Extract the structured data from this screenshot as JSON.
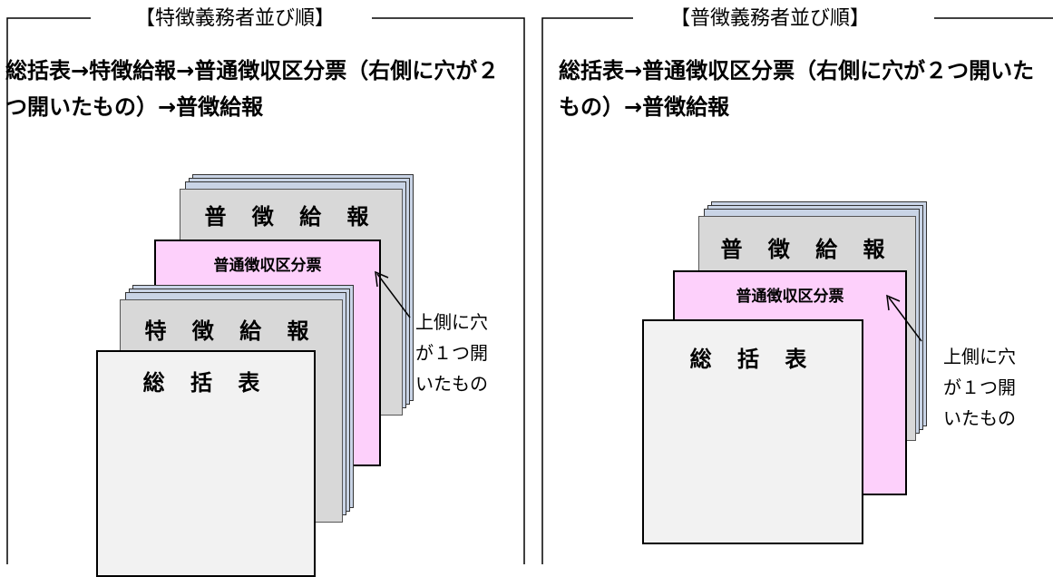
{
  "panels": [
    {
      "title": "【特徴義務者並び順】",
      "description": "総括表→特徴給報→普通徴収区分票（右側に穴が２つ開いたもの）→普徴給報",
      "sheets": {
        "futoku_kyuho": "普 徴 給 報",
        "kubunhyo": "普通徴収区分票",
        "tokucho_kyuho": "特 徴 給 報",
        "soukatsu": "総 括 表"
      },
      "note": [
        "上側に穴",
        "が１つ開",
        "いたもの"
      ]
    },
    {
      "title": "【普徴義務者並び順】",
      "description": "総括表→普通徴収区分票（右側に穴が２つ開いたもの）→普徴給報",
      "sheets": {
        "futoku_kyuho": "普 徴 給 報",
        "kubunhyo": "普通徴収区分票",
        "soukatsu": "総 括 表"
      },
      "note": [
        "上側に穴",
        "が１つ開",
        "いたもの"
      ]
    }
  ]
}
